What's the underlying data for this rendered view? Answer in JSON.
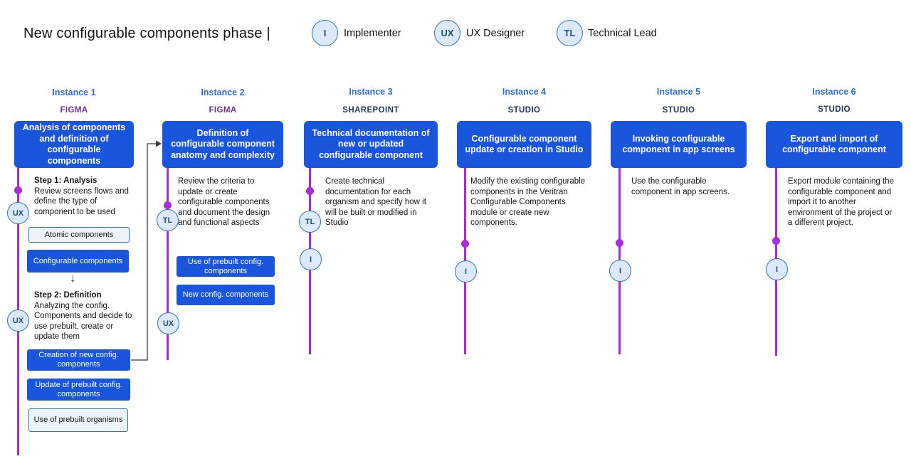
{
  "title": "New configurable components phase |",
  "legend": [
    {
      "badge": "I",
      "label": "Implementer"
    },
    {
      "badge": "UX",
      "label": "UX Designer"
    },
    {
      "badge": "TL",
      "label": "Technical Lead"
    }
  ],
  "instances": [
    {
      "name": "Instance 1",
      "tool": "FIGMA",
      "task": "Analysis of components and definition of configurable components",
      "step1_title": "Step 1: Analysis",
      "step1_body": "Review screens flows and define the type of component to be used",
      "box_atomic": "Atomic components",
      "box_configurable": "Configurable components",
      "step2_title": "Step 2: Definition",
      "step2_body": "Analyzing the config. Components and decide to use prebuilt, create or update them",
      "box_creation": "Creation of new config. components",
      "box_update": "Update of prebuilt config. components",
      "box_use_prebuilt": "Use of prebuilt organisms",
      "badges": [
        "UX",
        "UX"
      ]
    },
    {
      "name": "Instance 2",
      "tool": "FIGMA",
      "task": "Definition of configurable component anatomy and complexity",
      "body": "Review the criteria to update or create configurable components and document the design and functional aspects",
      "box_prebuilt": "Use of prebuilt config. components",
      "box_new": "New config. components",
      "badges": [
        "TL",
        "UX"
      ]
    },
    {
      "name": "Instance 3",
      "tool": "SHAREPOINT",
      "task": "Technical documentation of new or updated configurable component",
      "body": "Create technical documentation for each organism and specify how it will be built or modified in Studio",
      "badges": [
        "TL",
        "I"
      ]
    },
    {
      "name": "Instance 4",
      "tool": "STUDIO",
      "task": "Configurable component update or creation in Studio",
      "body": "Modify the existing configurable components in the Veritran Configurable Components module or create new components.",
      "badges": [
        "I"
      ]
    },
    {
      "name": "Instance 5",
      "tool": "STUDIO",
      "task": "Invoking configurable component in app screens",
      "body": "Use the configurable component in app screens.",
      "badges": [
        "I"
      ]
    },
    {
      "name": "Instance 6",
      "tool": "STUDIO",
      "task": "Export and import of configurable component",
      "body": "Export module containing the configurable component and import it to another environment of the project or a different project.",
      "badges": [
        "I"
      ]
    }
  ],
  "colors": {
    "primary_blue": "#1a56db",
    "instance_heading_blue": "#2a6fdb",
    "figma_purple": "#7030a0",
    "tool_navy": "#1f3864",
    "timeline_purple": "#ab2bd4",
    "badge_fill": "#dbe9f8",
    "badge_border": "#2e75b6"
  }
}
